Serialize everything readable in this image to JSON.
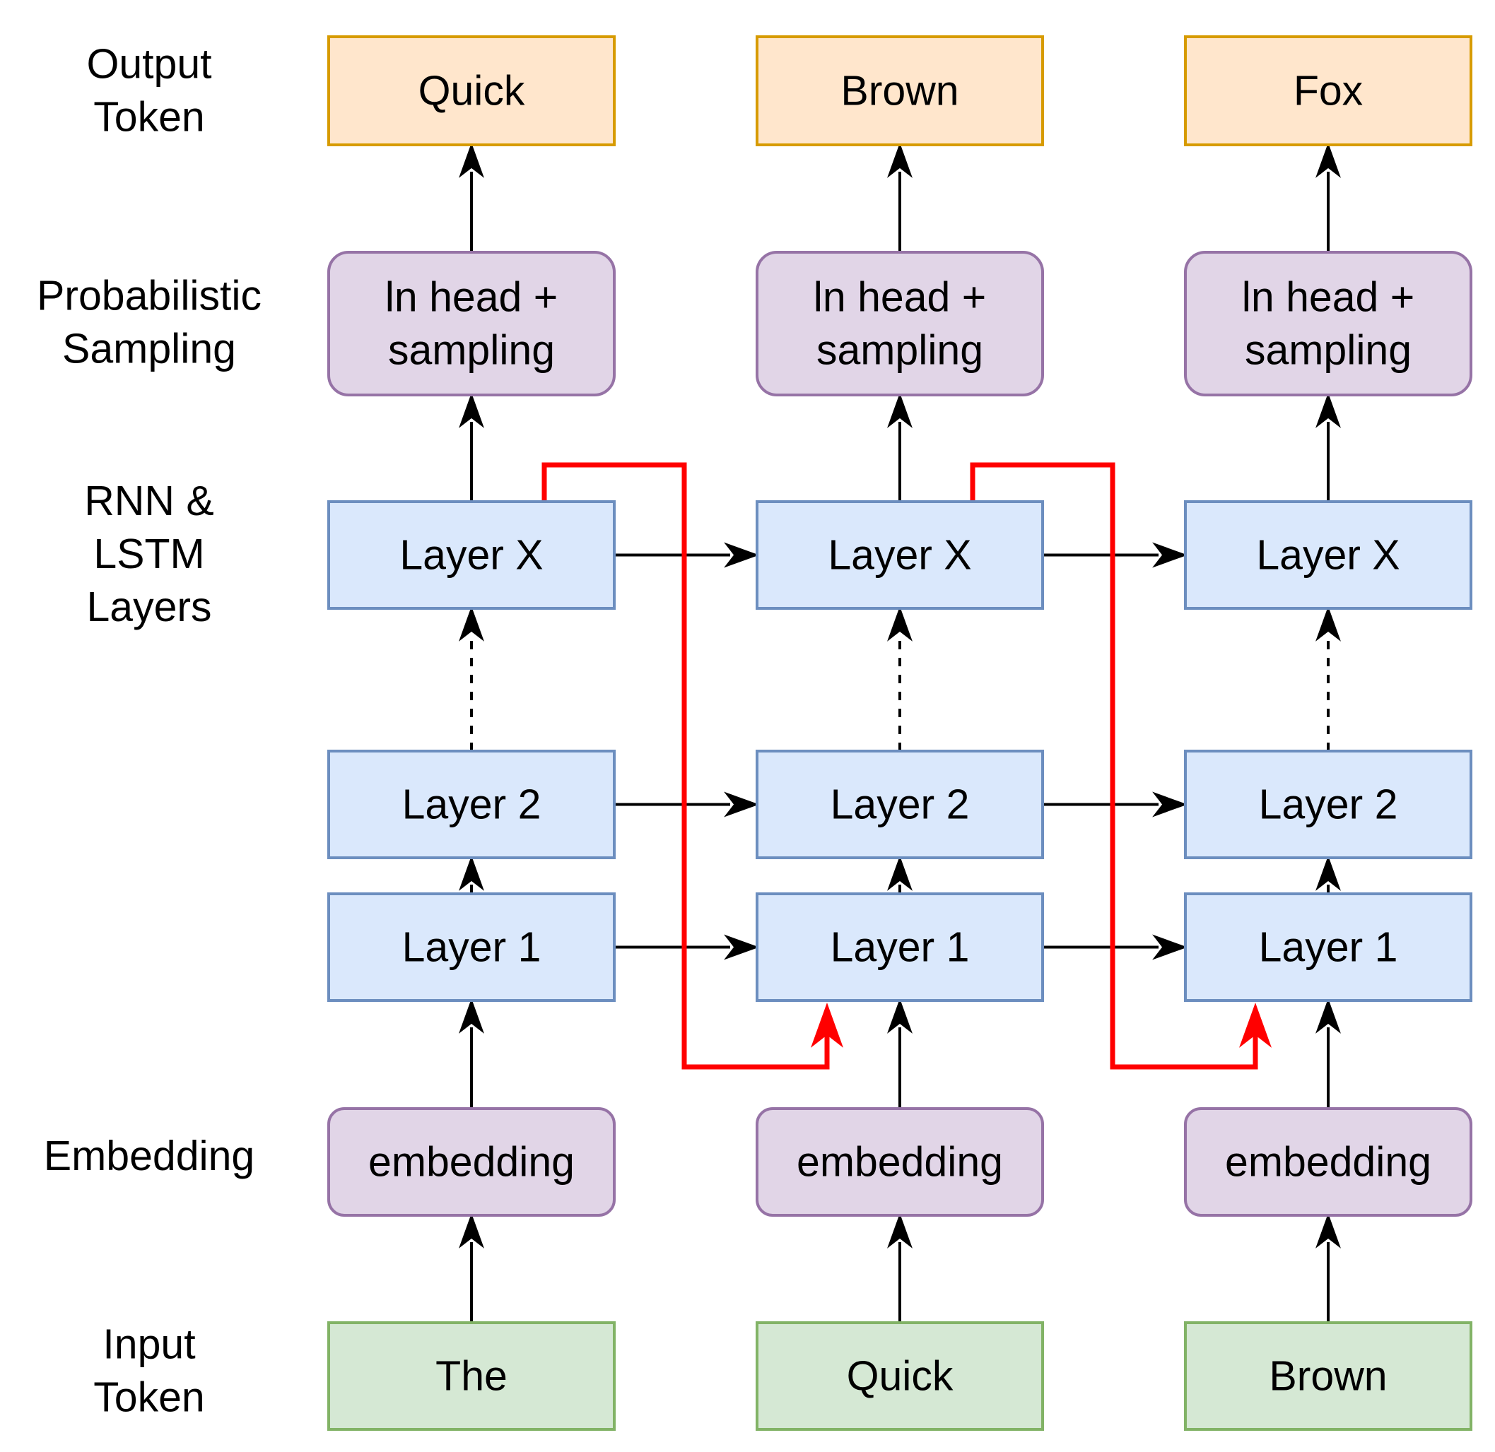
{
  "row_labels": {
    "output": [
      "Output",
      "Token"
    ],
    "sampling": [
      "Probabilistic",
      "Sampling"
    ],
    "rnn": [
      "RNN &",
      "LSTM",
      "Layers"
    ],
    "embedding": [
      "Embedding"
    ],
    "input": [
      "Input",
      "Token"
    ]
  },
  "columns": [
    {
      "output_token": "Quick",
      "head": [
        "ln head +",
        "sampling"
      ],
      "layer_x": "Layer X",
      "layer_2": "Layer 2",
      "layer_1": "Layer 1",
      "embedding": "embedding",
      "input_token": "The"
    },
    {
      "output_token": "Brown",
      "head": [
        "ln head +",
        "sampling"
      ],
      "layer_x": "Layer X",
      "layer_2": "Layer 2",
      "layer_1": "Layer 1",
      "embedding": "embedding",
      "input_token": "Quick"
    },
    {
      "output_token": "Fox",
      "head": [
        "ln head +",
        "sampling"
      ],
      "layer_x": "Layer X",
      "layer_2": "Layer 2",
      "layer_1": "Layer 1",
      "embedding": "embedding",
      "input_token": "Brown"
    }
  ],
  "colors": {
    "output_fill": "#ffe6cc",
    "output_stroke": "#d79b00",
    "purple_fill": "#e1d5e7",
    "purple_stroke": "#9673a6",
    "blue_fill": "#dae8fc",
    "blue_stroke": "#6c8ebf",
    "green_fill": "#d5e8d4",
    "green_stroke": "#82b366",
    "arrow": "#000000",
    "feedback": "#ff0000"
  }
}
